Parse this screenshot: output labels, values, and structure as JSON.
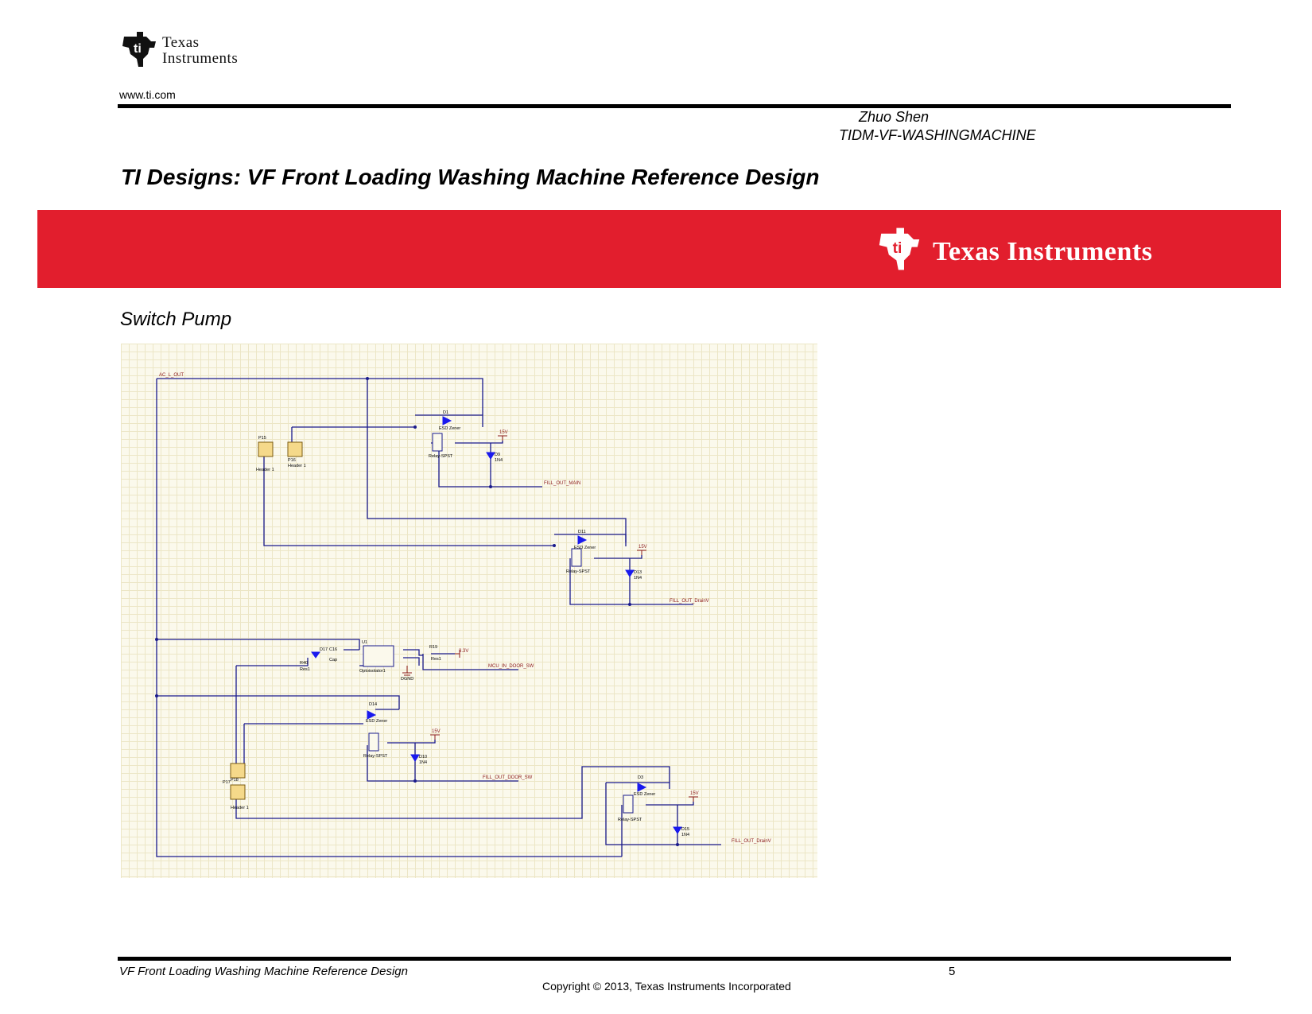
{
  "header": {
    "logo_text_line1": "Texas",
    "logo_text_line2": "Instruments",
    "url": "www.ti.com",
    "author": "Zhuo Shen",
    "doc_id": "TIDM-VF-WASHINGMACHINE"
  },
  "title": "TI Designs:  VF Front Loading Washing Machine Reference Design",
  "banner": {
    "logo_text": "Texas Instruments",
    "color": "#e21e2d"
  },
  "section_title": "Switch Pump",
  "schematic": {
    "net_labels": {
      "ac_out": "AC_L_OUT",
      "fill_out_main": "FILL_OUT_MAIN",
      "fill_out_drain": "FILL_OUT_DrainV",
      "mcu_door_sw": "MCU_IN_DOOR_SW",
      "fill_out_door": "FILL_OUT_DOOR_SW",
      "fill_out_drain2": "FILL_OUT_DrainV"
    },
    "components": {
      "d1": "D1",
      "esd1": "ESD Zener",
      "relay1": "Relay-SPST",
      "d9": "D9",
      "d9_val": "1N4",
      "p15": "P15",
      "p16": "P16",
      "header": "Header 1",
      "d11": "D11",
      "esd2": "ESD Zener",
      "relay2": "Relay-SPST",
      "d13": "D13",
      "d13_val": "1N4",
      "d17": "D17",
      "c16": "C16",
      "cap": "Cap",
      "u1": "U1",
      "opto": "Optoisolator1",
      "r40": "R40",
      "res1": "Res1",
      "r19": "R19",
      "res2": "Res1",
      "dgnd": "DGND",
      "supply_33": "3.3V",
      "supply_15": "15V",
      "d14": "D14",
      "esd3": "ESD Zener",
      "relay3": "Relay-SPST",
      "d10": "D10",
      "d10_val": "1N4",
      "p17": "P17",
      "p18": "P18",
      "d3": "D3",
      "esd4": "ESD Zener",
      "relay4": "Relay-SPST",
      "d15": "D15",
      "d15_val": "1N4"
    }
  },
  "footer": {
    "doc_title": "VF Front Loading Washing Machine Reference Design",
    "page_number": "5",
    "copyright": "Copyright © 2013, Texas Instruments Incorporated"
  }
}
